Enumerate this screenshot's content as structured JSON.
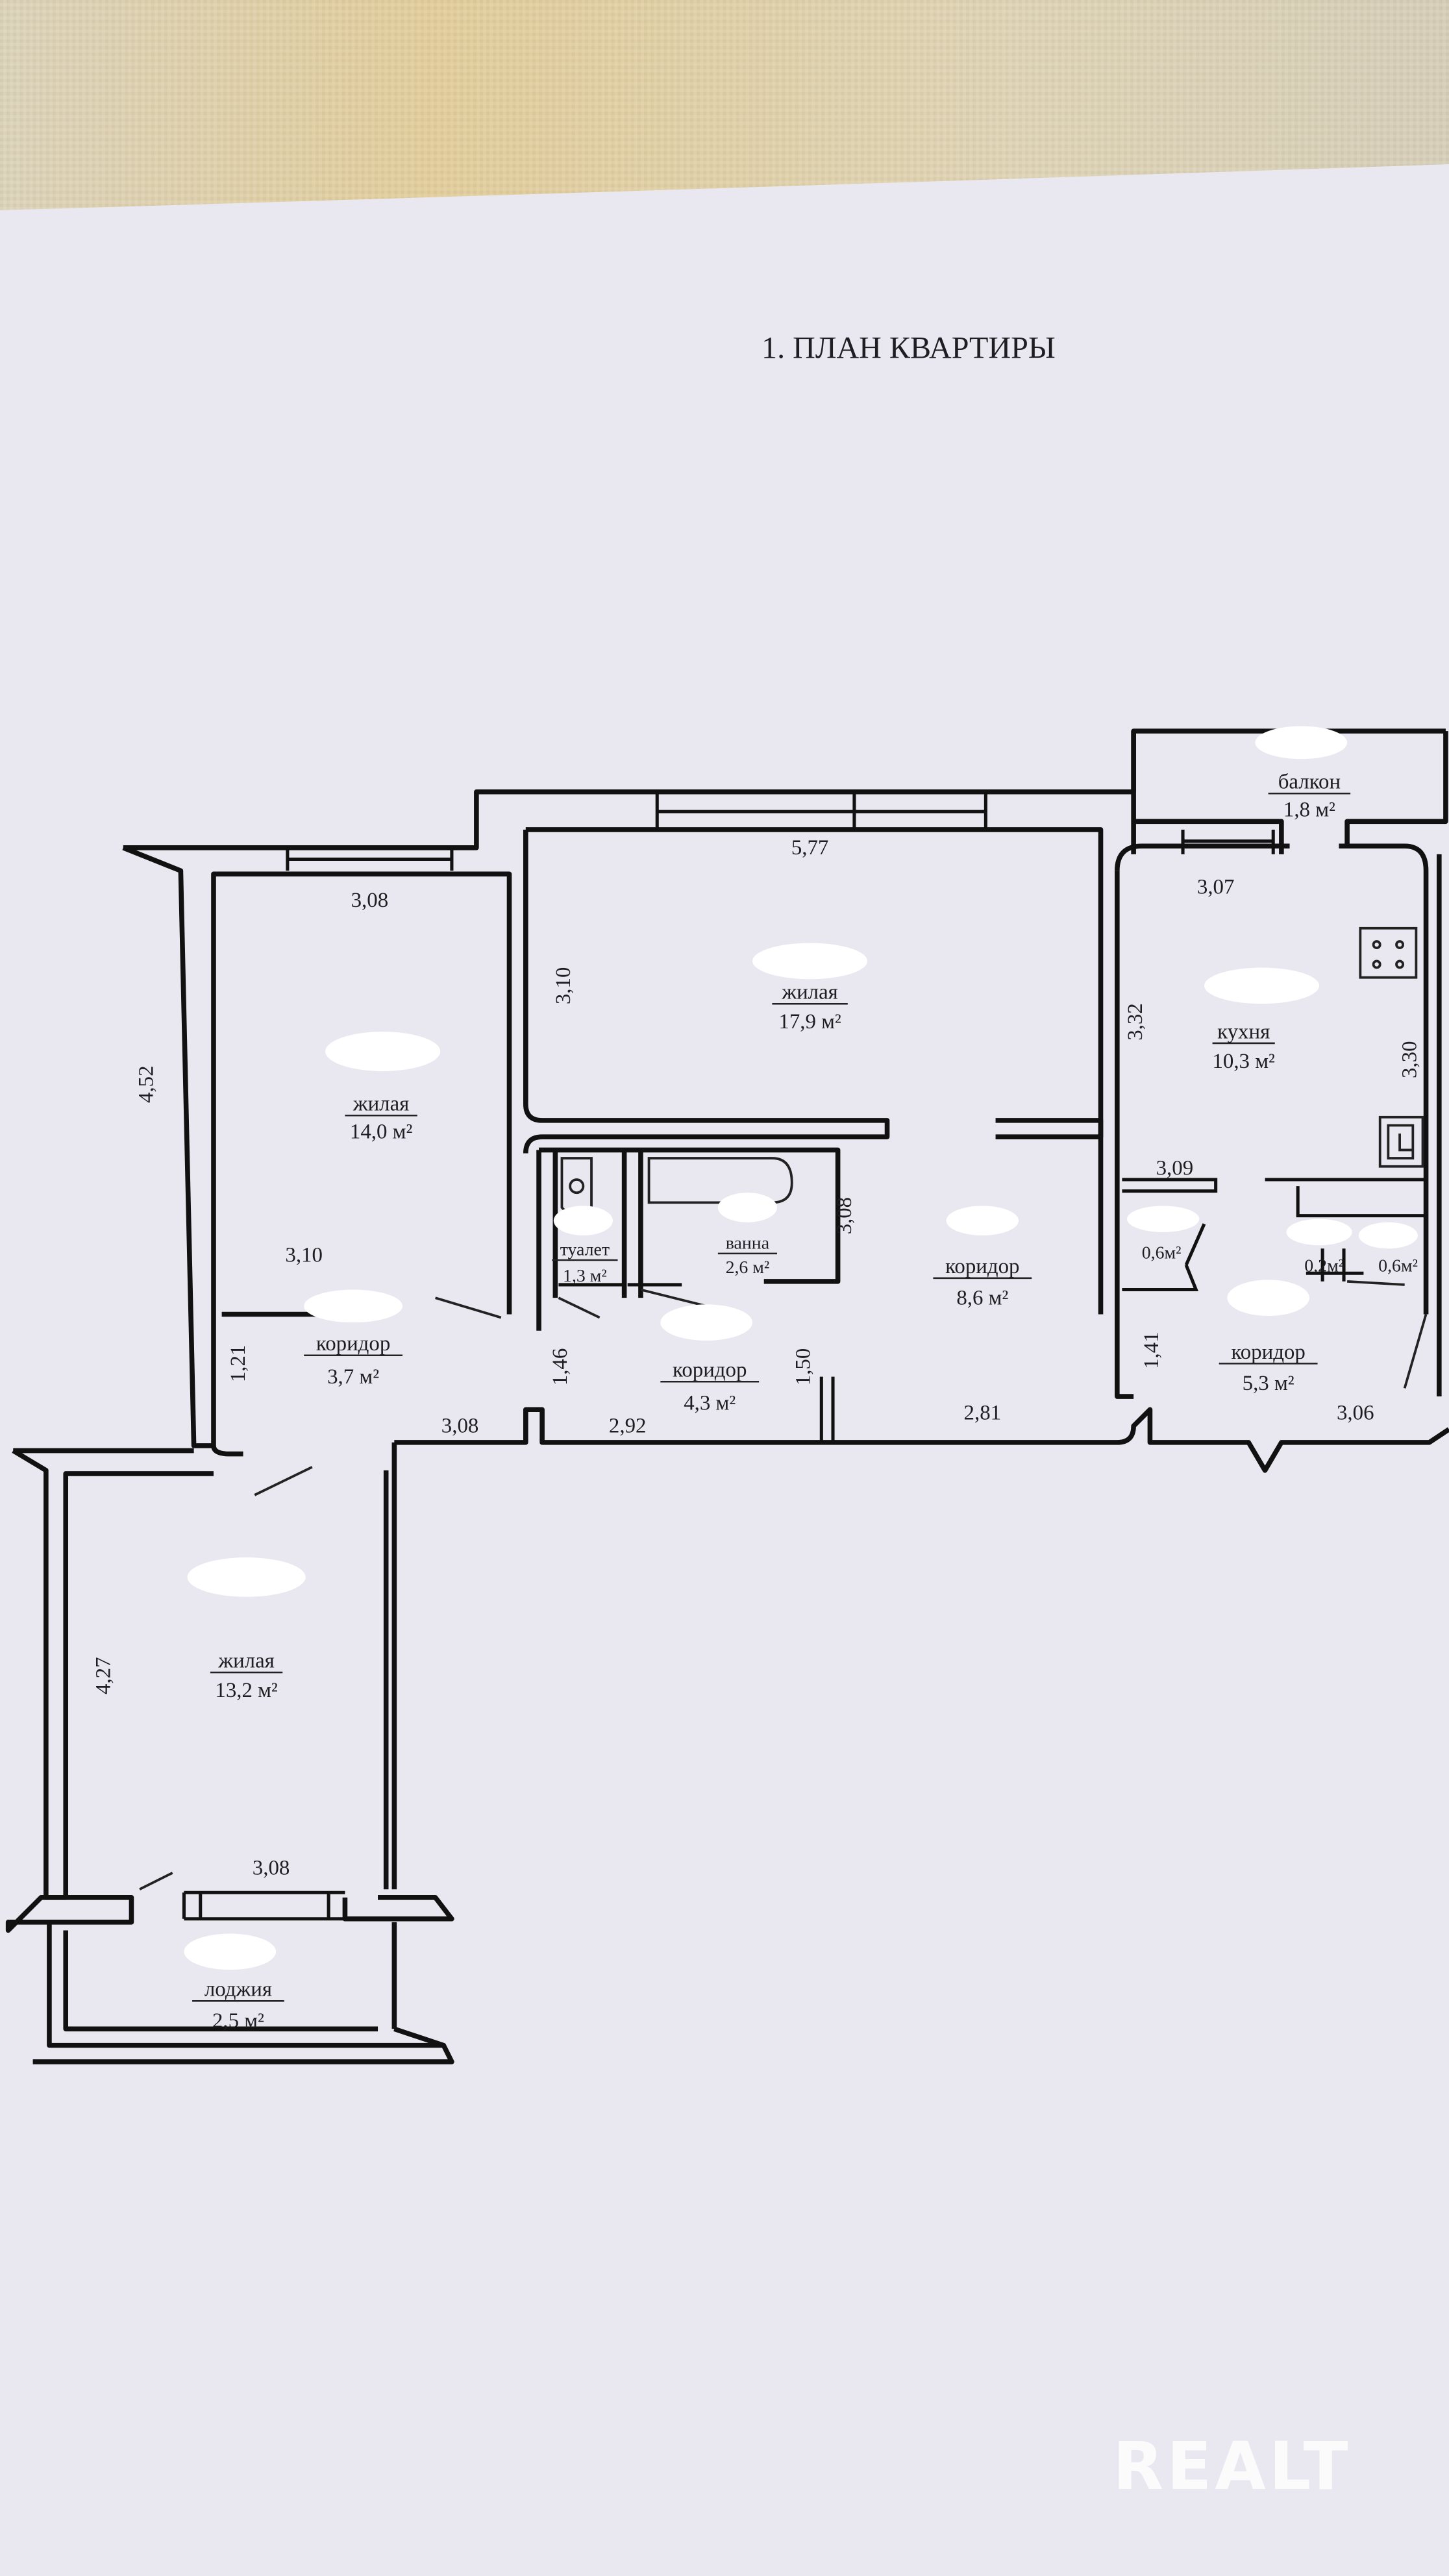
{
  "document": {
    "title": "1. ПЛАН КВАРТИРЫ",
    "watermark": "REALT"
  },
  "rooms": {
    "living1": {
      "name": "жилая",
      "area": "14,0 м²"
    },
    "living2": {
      "name": "жилая",
      "area": "17,9 м²"
    },
    "living3": {
      "name": "жилая",
      "area": "13,2 м²"
    },
    "balcony": {
      "name": "балкон",
      "area": "1,8 м²"
    },
    "kitchen": {
      "name": "кухня",
      "area": "10,3 м²"
    },
    "toilet": {
      "name": "туалет",
      "area": "1,3 м²"
    },
    "bath": {
      "name": "ванна",
      "area": "2,6 м²"
    },
    "corridor_8_6": {
      "name": "коридор",
      "area": "8,6 м²"
    },
    "corridor_3_7": {
      "name": "коридор",
      "area": "3,7 м²"
    },
    "corridor_4_3": {
      "name": "коридор",
      "area": "4,3 м²"
    },
    "corridor_5_3": {
      "name": "коридор",
      "area": "5,3 м²"
    },
    "closet1": {
      "area": "0,6м²"
    },
    "closet2": {
      "area": "0,2м²"
    },
    "closet3": {
      "area": "0,6м²"
    },
    "loggia": {
      "name": "лоджия",
      "area": "2,5 м²"
    }
  },
  "dimensions": {
    "d1": "3,08",
    "d2": "4,52",
    "d3": "5,77",
    "d4": "3,10",
    "d5": "3,07",
    "d6": "3,32",
    "d7": "3,30",
    "d8": "3,09",
    "d9": "3,08",
    "d10": "3,10",
    "d11": "1,21",
    "d12": "3,08",
    "d13": "1,46",
    "d14": "2,92",
    "d15": "1,50",
    "d16": "2,81",
    "d17": "1,41",
    "d18": "3,06",
    "d19": "4,27",
    "d20": "3,08"
  },
  "colors": {
    "paper": "#e9e8f0",
    "fabric": "#dccfa8",
    "ink": "#111111"
  }
}
